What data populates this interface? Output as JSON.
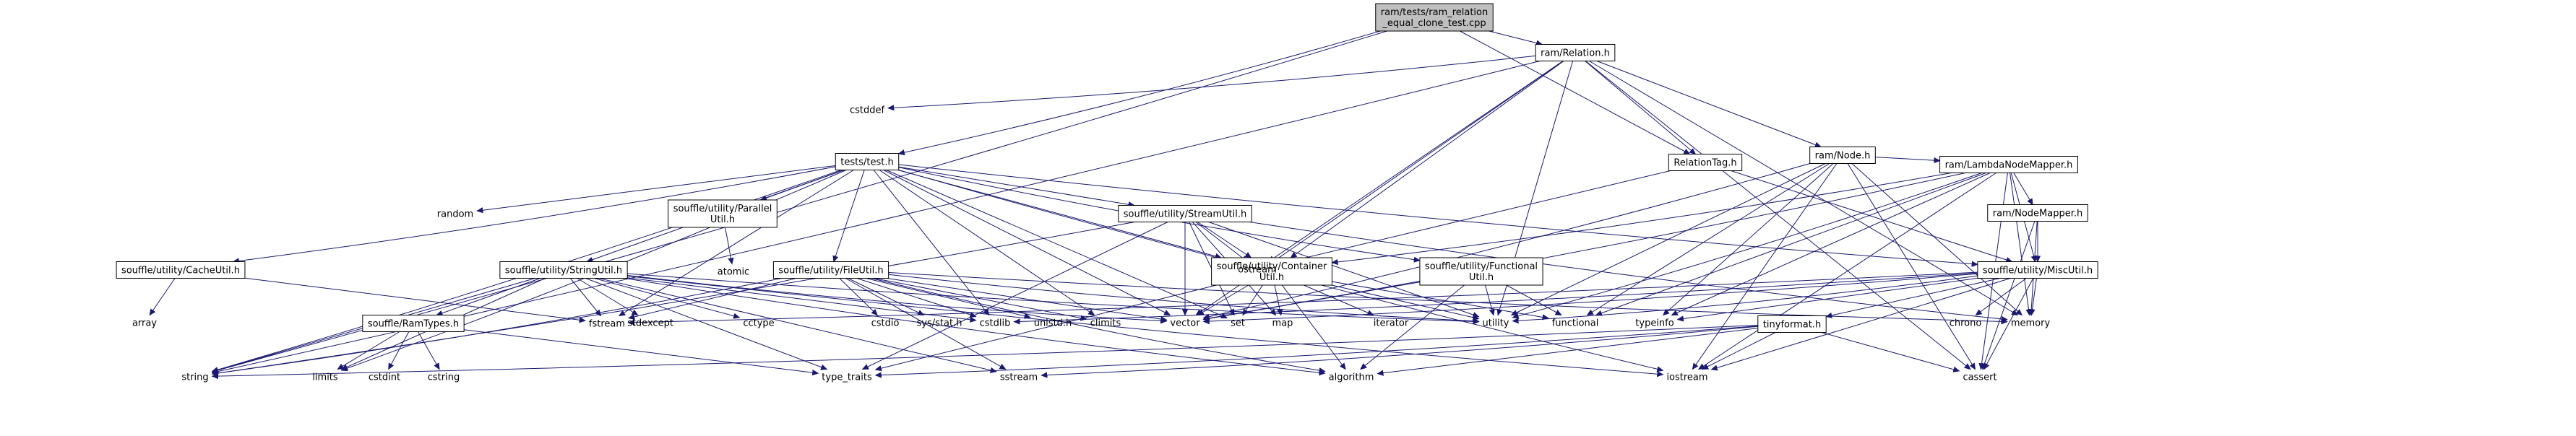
{
  "colors": {
    "edge": "#191970",
    "root_fill": "#bfbfbf",
    "node_fill": "#ffffff",
    "text": "#000000"
  },
  "nodes": [
    {
      "id": "root",
      "lines": [
        "ram/tests/ram_relation",
        "_equal_clone_test.cpp"
      ],
      "kind": "root"
    },
    {
      "id": "ramRelation",
      "lines": [
        "ram/Relation.h"
      ],
      "kind": "box"
    },
    {
      "id": "testsTest",
      "lines": [
        "tests/test.h"
      ],
      "kind": "box"
    },
    {
      "id": "ramNode",
      "lines": [
        "ram/Node.h"
      ],
      "kind": "box"
    },
    {
      "id": "relationTag",
      "lines": [
        "RelationTag.h"
      ],
      "kind": "box"
    },
    {
      "id": "lambdaNodeMapper",
      "lines": [
        "ram/LambdaNodeMapper.h"
      ],
      "kind": "box"
    },
    {
      "id": "nodeMapper",
      "lines": [
        "ram/NodeMapper.h"
      ],
      "kind": "box"
    },
    {
      "id": "parallelUtil",
      "lines": [
        "souffle/utility/Parallel",
        "Util.h"
      ],
      "kind": "box"
    },
    {
      "id": "streamUtil",
      "lines": [
        "souffle/utility/StreamUtil.h"
      ],
      "kind": "box"
    },
    {
      "id": "cacheUtil",
      "lines": [
        "souffle/utility/CacheUtil.h"
      ],
      "kind": "box"
    },
    {
      "id": "stringUtil",
      "lines": [
        "souffle/utility/StringUtil.h"
      ],
      "kind": "box"
    },
    {
      "id": "fileUtil",
      "lines": [
        "souffle/utility/FileUtil.h"
      ],
      "kind": "box"
    },
    {
      "id": "containerUtil",
      "lines": [
        "souffle/utility/Container",
        "Util.h"
      ],
      "kind": "box"
    },
    {
      "id": "functionalUtil",
      "lines": [
        "souffle/utility/Functional",
        "Util.h"
      ],
      "kind": "box"
    },
    {
      "id": "miscUtil",
      "lines": [
        "souffle/utility/MiscUtil.h"
      ],
      "kind": "box"
    },
    {
      "id": "ramTypes",
      "lines": [
        "souffle/RamTypes.h"
      ],
      "kind": "box"
    },
    {
      "id": "tinyformat",
      "lines": [
        "tinyformat.h"
      ],
      "kind": "box"
    },
    {
      "id": "cstddef",
      "lines": [
        "cstddef"
      ],
      "kind": "ext"
    },
    {
      "id": "random",
      "lines": [
        "random"
      ],
      "kind": "ext"
    },
    {
      "id": "atomic",
      "lines": [
        "atomic"
      ],
      "kind": "ext"
    },
    {
      "id": "ostream",
      "lines": [
        "ostream"
      ],
      "kind": "ext"
    },
    {
      "id": "array",
      "lines": [
        "array"
      ],
      "kind": "ext"
    },
    {
      "id": "fstream",
      "lines": [
        "fstream"
      ],
      "kind": "ext"
    },
    {
      "id": "stdexcept",
      "lines": [
        "stdexcept"
      ],
      "kind": "ext"
    },
    {
      "id": "cctype",
      "lines": [
        "cctype"
      ],
      "kind": "ext"
    },
    {
      "id": "cstdio",
      "lines": [
        "cstdio"
      ],
      "kind": "ext"
    },
    {
      "id": "sysstat",
      "lines": [
        "sys/stat.h"
      ],
      "kind": "ext"
    },
    {
      "id": "cstdlib",
      "lines": [
        "cstdlib"
      ],
      "kind": "ext"
    },
    {
      "id": "unistd",
      "lines": [
        "unistd.h"
      ],
      "kind": "ext"
    },
    {
      "id": "climits",
      "lines": [
        "climits"
      ],
      "kind": "ext"
    },
    {
      "id": "vector",
      "lines": [
        "vector"
      ],
      "kind": "ext"
    },
    {
      "id": "set",
      "lines": [
        "set"
      ],
      "kind": "ext"
    },
    {
      "id": "map",
      "lines": [
        "map"
      ],
      "kind": "ext"
    },
    {
      "id": "iterator",
      "lines": [
        "iterator"
      ],
      "kind": "ext"
    },
    {
      "id": "utility",
      "lines": [
        "utility"
      ],
      "kind": "ext"
    },
    {
      "id": "functional",
      "lines": [
        "functional"
      ],
      "kind": "ext"
    },
    {
      "id": "typeinfo",
      "lines": [
        "typeinfo"
      ],
      "kind": "ext"
    },
    {
      "id": "chrono",
      "lines": [
        "chrono"
      ],
      "kind": "ext"
    },
    {
      "id": "memory",
      "lines": [
        "memory"
      ],
      "kind": "ext"
    },
    {
      "id": "string",
      "lines": [
        "string"
      ],
      "kind": "ext"
    },
    {
      "id": "limits",
      "lines": [
        "limits"
      ],
      "kind": "ext"
    },
    {
      "id": "cstdint",
      "lines": [
        "cstdint"
      ],
      "kind": "ext"
    },
    {
      "id": "cstring",
      "lines": [
        "cstring"
      ],
      "kind": "ext"
    },
    {
      "id": "typetraits",
      "lines": [
        "type_traits"
      ],
      "kind": "ext"
    },
    {
      "id": "sstream",
      "lines": [
        "sstream"
      ],
      "kind": "ext"
    },
    {
      "id": "algorithm",
      "lines": [
        "algorithm"
      ],
      "kind": "ext"
    },
    {
      "id": "iostream",
      "lines": [
        "iostream"
      ],
      "kind": "ext"
    },
    {
      "id": "cassert",
      "lines": [
        "cassert"
      ],
      "kind": "ext"
    }
  ],
  "edges": [
    [
      "root",
      "ramRelation"
    ],
    [
      "root",
      "testsTest"
    ],
    [
      "root",
      "relationTag"
    ],
    [
      "root",
      "string"
    ],
    [
      "ramRelation",
      "ramNode"
    ],
    [
      "ramRelation",
      "relationTag"
    ],
    [
      "ramRelation",
      "cstddef"
    ],
    [
      "ramRelation",
      "containerUtil"
    ],
    [
      "ramRelation",
      "ostream"
    ],
    [
      "ramRelation",
      "utility"
    ],
    [
      "ramRelation",
      "vector"
    ],
    [
      "ramRelation",
      "memory"
    ],
    [
      "ramRelation",
      "string"
    ],
    [
      "ramRelation",
      "cassert"
    ],
    [
      "ramNode",
      "lambdaNodeMapper"
    ],
    [
      "ramNode",
      "vector"
    ],
    [
      "ramNode",
      "memory"
    ],
    [
      "ramNode",
      "utility"
    ],
    [
      "ramNode",
      "functional"
    ],
    [
      "ramNode",
      "typeinfo"
    ],
    [
      "ramNode",
      "iostream"
    ],
    [
      "ramNode",
      "cassert"
    ],
    [
      "relationTag",
      "ostream"
    ],
    [
      "relationTag",
      "miscUtil"
    ],
    [
      "lambdaNodeMapper",
      "nodeMapper"
    ],
    [
      "lambdaNodeMapper",
      "containerUtil"
    ],
    [
      "lambdaNodeMapper",
      "miscUtil"
    ],
    [
      "lambdaNodeMapper",
      "memory"
    ],
    [
      "lambdaNodeMapper",
      "functional"
    ],
    [
      "lambdaNodeMapper",
      "utility"
    ],
    [
      "lambdaNodeMapper",
      "typeinfo"
    ],
    [
      "lambdaNodeMapper",
      "iostream"
    ],
    [
      "lambdaNodeMapper",
      "cassert"
    ],
    [
      "lambdaNodeMapper",
      "vector"
    ],
    [
      "nodeMapper",
      "miscUtil"
    ],
    [
      "nodeMapper",
      "memory"
    ],
    [
      "nodeMapper",
      "cassert"
    ],
    [
      "testsTest",
      "random"
    ],
    [
      "testsTest",
      "parallelUtil"
    ],
    [
      "testsTest",
      "streamUtil"
    ],
    [
      "testsTest",
      "cacheUtil"
    ],
    [
      "testsTest",
      "stringUtil"
    ],
    [
      "testsTest",
      "fileUtil"
    ],
    [
      "testsTest",
      "containerUtil"
    ],
    [
      "testsTest",
      "functionalUtil"
    ],
    [
      "testsTest",
      "miscUtil"
    ],
    [
      "testsTest",
      "fstream"
    ],
    [
      "testsTest",
      "vector"
    ],
    [
      "testsTest",
      "set"
    ],
    [
      "testsTest",
      "string"
    ],
    [
      "testsTest",
      "iostream"
    ],
    [
      "testsTest",
      "limits"
    ],
    [
      "testsTest",
      "climits"
    ],
    [
      "testsTest",
      "cstdlib"
    ],
    [
      "parallelUtil",
      "atomic"
    ],
    [
      "streamUtil",
      "containerUtil"
    ],
    [
      "streamUtil",
      "ostream"
    ],
    [
      "streamUtil",
      "map"
    ],
    [
      "streamUtil",
      "set"
    ],
    [
      "streamUtil",
      "vector"
    ],
    [
      "streamUtil",
      "utility"
    ],
    [
      "streamUtil",
      "memory"
    ],
    [
      "streamUtil",
      "string"
    ],
    [
      "streamUtil",
      "typetraits"
    ],
    [
      "cacheUtil",
      "array"
    ],
    [
      "cacheUtil",
      "fstream"
    ],
    [
      "stringUtil",
      "ramTypes"
    ],
    [
      "stringUtil",
      "stdexcept"
    ],
    [
      "stringUtil",
      "cctype"
    ],
    [
      "stringUtil",
      "fstream"
    ],
    [
      "stringUtil",
      "limits"
    ],
    [
      "stringUtil",
      "string"
    ],
    [
      "stringUtil",
      "vector"
    ],
    [
      "stringUtil",
      "typetraits"
    ],
    [
      "stringUtil",
      "sstream"
    ],
    [
      "stringUtil",
      "algorithm"
    ],
    [
      "stringUtil",
      "iostream"
    ],
    [
      "stringUtil",
      "cstdlib"
    ],
    [
      "stringUtil",
      "utility"
    ],
    [
      "ramTypes",
      "cstdint"
    ],
    [
      "ramTypes",
      "cstring"
    ],
    [
      "ramTypes",
      "limits"
    ],
    [
      "ramTypes",
      "typetraits"
    ],
    [
      "fileUtil",
      "cstdio"
    ],
    [
      "fileUtil",
      "sysstat"
    ],
    [
      "fileUtil",
      "cstdlib"
    ],
    [
      "fileUtil",
      "unistd"
    ],
    [
      "fileUtil",
      "climits"
    ],
    [
      "fileUtil",
      "fstream"
    ],
    [
      "fileUtil",
      "string"
    ],
    [
      "fileUtil",
      "utility"
    ],
    [
      "fileUtil",
      "algorithm"
    ],
    [
      "fileUtil",
      "sstream"
    ],
    [
      "fileUtil",
      "vector"
    ],
    [
      "fileUtil",
      "memory"
    ],
    [
      "containerUtil",
      "vector"
    ],
    [
      "containerUtil",
      "set"
    ],
    [
      "containerUtil",
      "map"
    ],
    [
      "containerUtil",
      "iterator"
    ],
    [
      "containerUtil",
      "utility"
    ],
    [
      "containerUtil",
      "functional"
    ],
    [
      "containerUtil",
      "algorithm"
    ],
    [
      "containerUtil",
      "typetraits"
    ],
    [
      "functionalUtil",
      "utility"
    ],
    [
      "functionalUtil",
      "functional"
    ],
    [
      "functionalUtil",
      "vector"
    ],
    [
      "functionalUtil",
      "algorithm"
    ],
    [
      "miscUtil",
      "chrono"
    ],
    [
      "miscUtil",
      "memory"
    ],
    [
      "miscUtil",
      "utility"
    ],
    [
      "miscUtil",
      "iostream"
    ],
    [
      "miscUtil",
      "cassert"
    ],
    [
      "miscUtil",
      "tinyformat"
    ],
    [
      "miscUtil",
      "typeinfo"
    ],
    [
      "miscUtil",
      "cstdlib"
    ],
    [
      "miscUtil",
      "vector"
    ],
    [
      "miscUtil",
      "fstream"
    ],
    [
      "tinyformat",
      "cassert"
    ],
    [
      "tinyformat",
      "iostream"
    ],
    [
      "tinyformat",
      "sstream"
    ],
    [
      "tinyformat",
      "algorithm"
    ],
    [
      "tinyformat",
      "string"
    ],
    [
      "tinyformat",
      "typetraits"
    ]
  ]
}
